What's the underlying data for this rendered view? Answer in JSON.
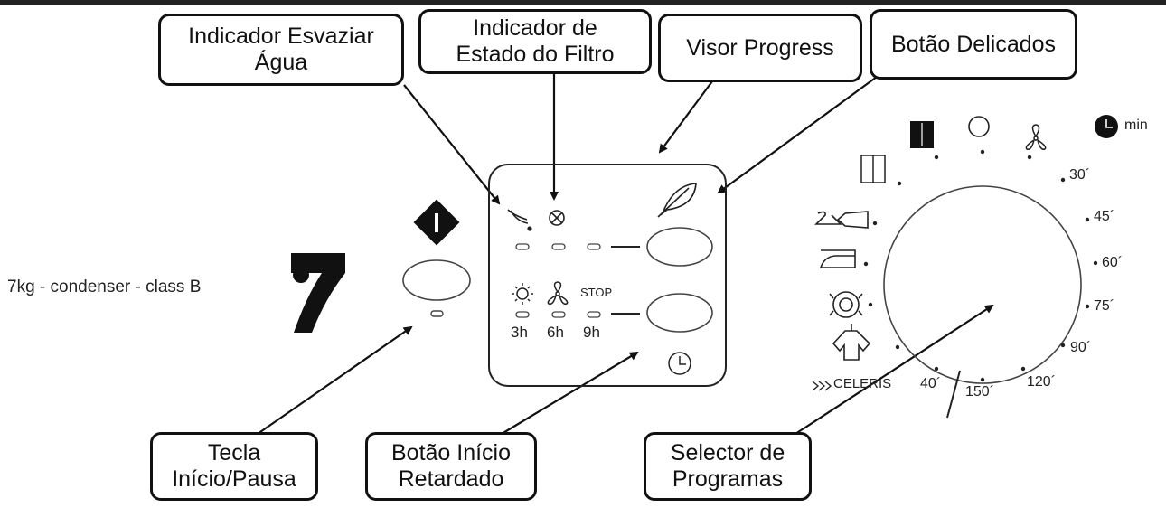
{
  "labels": {
    "drain": [
      "Indicador Esvaziar",
      "Água"
    ],
    "filter": [
      "Indicador de",
      "Estado do Filtro"
    ],
    "progress": [
      "Visor Progress"
    ],
    "delicate": [
      "Botão Delicados"
    ],
    "start": [
      "Tecla",
      "Início/Pausa"
    ],
    "delay": [
      "Botão Início",
      "Retardado"
    ],
    "selector": [
      "Selector de",
      "Programas"
    ]
  },
  "model": {
    "text": "7kg - condenser - class B",
    "logo": "7"
  },
  "panel": {
    "stop": "STOP",
    "delays": [
      "3h",
      "6h",
      "9h"
    ]
  },
  "dial": {
    "unit": "min",
    "times_right": [
      "30´",
      "45´",
      "60´",
      "75´",
      "90´",
      "120´"
    ],
    "times_bottom": [
      "40´",
      "150´"
    ],
    "celeris": "CELERIS",
    "celeris_icon": "triple-chevron-icon"
  },
  "icons": [
    "power-icon",
    "tap-icon",
    "filter-icon",
    "feather-icon",
    "sun-icon",
    "fan-icon",
    "clock-icon",
    "wardrobe-icon",
    "circle-icon",
    "hanger-icon",
    "iron-icon",
    "wool-icon",
    "shirt-icon"
  ],
  "colors": {
    "ink": "#111111",
    "background": "#ffffff"
  }
}
